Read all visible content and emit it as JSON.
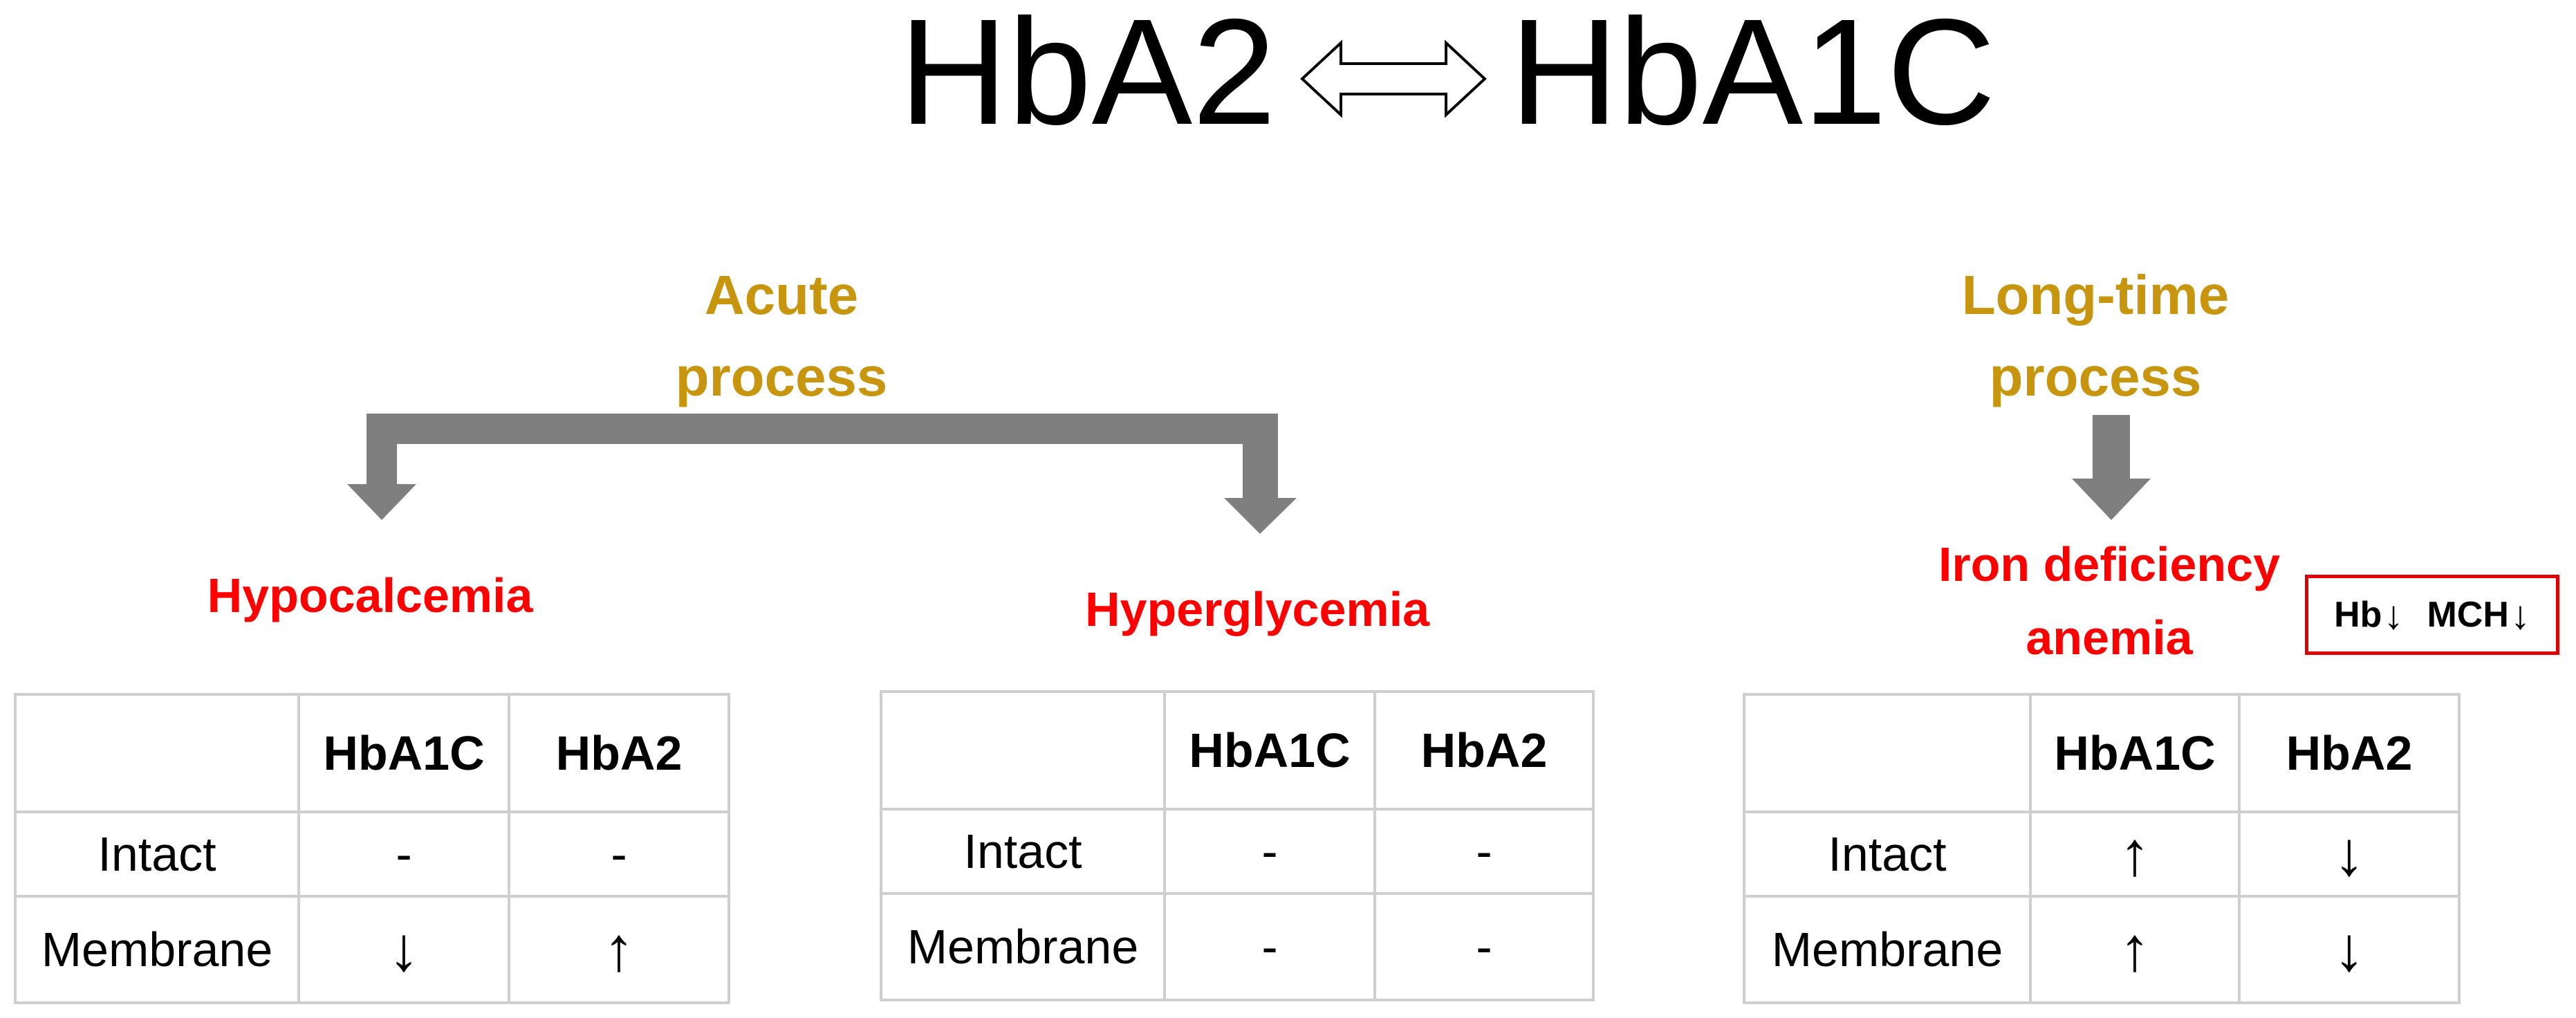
{
  "title": {
    "left": "HbA2",
    "right": "HbA1C"
  },
  "processes": {
    "acute": [
      "Acute",
      "process"
    ],
    "long_time": [
      "Long-time",
      "process"
    ]
  },
  "conditions": {
    "hypocalcemia": [
      "Hypocalcemia"
    ],
    "hyperglycemia": [
      "Hyperglycemia"
    ],
    "iron_deficiency": [
      "Iron deficiency",
      "anemia"
    ]
  },
  "blood_indicators": [
    {
      "label": "Hb",
      "trend": "down"
    },
    {
      "label": "MCH",
      "trend": "down"
    }
  ],
  "tables": [
    {
      "columns": [
        "",
        "HbA1C",
        "HbA2"
      ],
      "rows": [
        {
          "label": "Intact",
          "cells": [
            "-",
            "-"
          ]
        },
        {
          "label": "Membrane",
          "cells": [
            "down",
            "up"
          ]
        }
      ]
    },
    {
      "columns": [
        "",
        "HbA1C",
        "HbA2"
      ],
      "rows": [
        {
          "label": "Intact",
          "cells": [
            "-",
            "-"
          ]
        },
        {
          "label": "Membrane",
          "cells": [
            "-",
            "-"
          ]
        }
      ]
    },
    {
      "columns": [
        "",
        "HbA1C",
        "HbA2"
      ],
      "rows": [
        {
          "label": "Intact",
          "cells": [
            "up",
            "down"
          ]
        },
        {
          "label": "Membrane",
          "cells": [
            "up",
            "down"
          ]
        }
      ]
    }
  ],
  "colors": {
    "process_text": "#C8950F",
    "condition_text": "#FF0000",
    "flow_arrow": "#7F7F7F",
    "table_border": "#CFCFCF",
    "box_border": "#E00000"
  },
  "icons": {
    "up": "up-arrow-icon",
    "down": "down-arrow-icon",
    "bidirectional": "double-arrow-icon"
  }
}
